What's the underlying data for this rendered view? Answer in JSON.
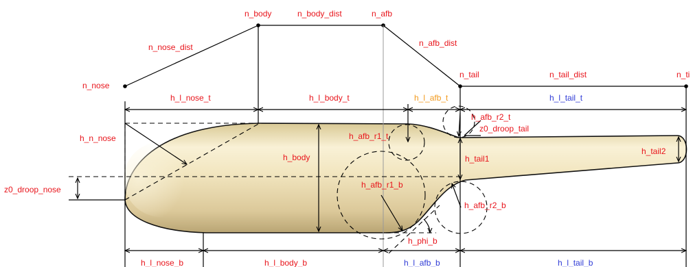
{
  "nodes": {
    "nose": "n_nose",
    "body": "n_body",
    "afb": "n_afb",
    "tail": "n_tail",
    "tip": "n_ti"
  },
  "distances": {
    "nose_dist": "n_nose_dist",
    "body_dist": "n_body_dist",
    "afb_dist": "n_afb_dist",
    "tail_dist": "n_tail_dist"
  },
  "top_lengths": {
    "nose": "h_l_nose_t",
    "body": "h_l_body_t",
    "afb": "h_l_afb_t",
    "tail": "h_l_tail_t"
  },
  "bottom_lengths": {
    "nose": "h_l_nose_b",
    "body": "h_l_body_b",
    "afb": "h_l_afb_b",
    "tail": "h_l_tail_b"
  },
  "heights": {
    "n_nose": "h_n_nose",
    "body": "h_body",
    "tail1": "h_tail1",
    "tail2": "h_tail2"
  },
  "radii": {
    "afb_r1_t": "h_afb_r1_t",
    "afb_r2_t": "h_afb_r2_t",
    "afb_r1_b": "h_afb_r1_b",
    "afb_r2_b": "h_afb_r2_b"
  },
  "droops": {
    "nose": "z0_droop_nose",
    "tail": "z0_droop_tail"
  },
  "angle": {
    "phi_b": "h_phi_b"
  },
  "colors": {
    "label_red": "#e8141b",
    "label_orange": "#f29a1e",
    "label_blue": "#2f3bd6",
    "body_fill": "#efe2b8"
  }
}
